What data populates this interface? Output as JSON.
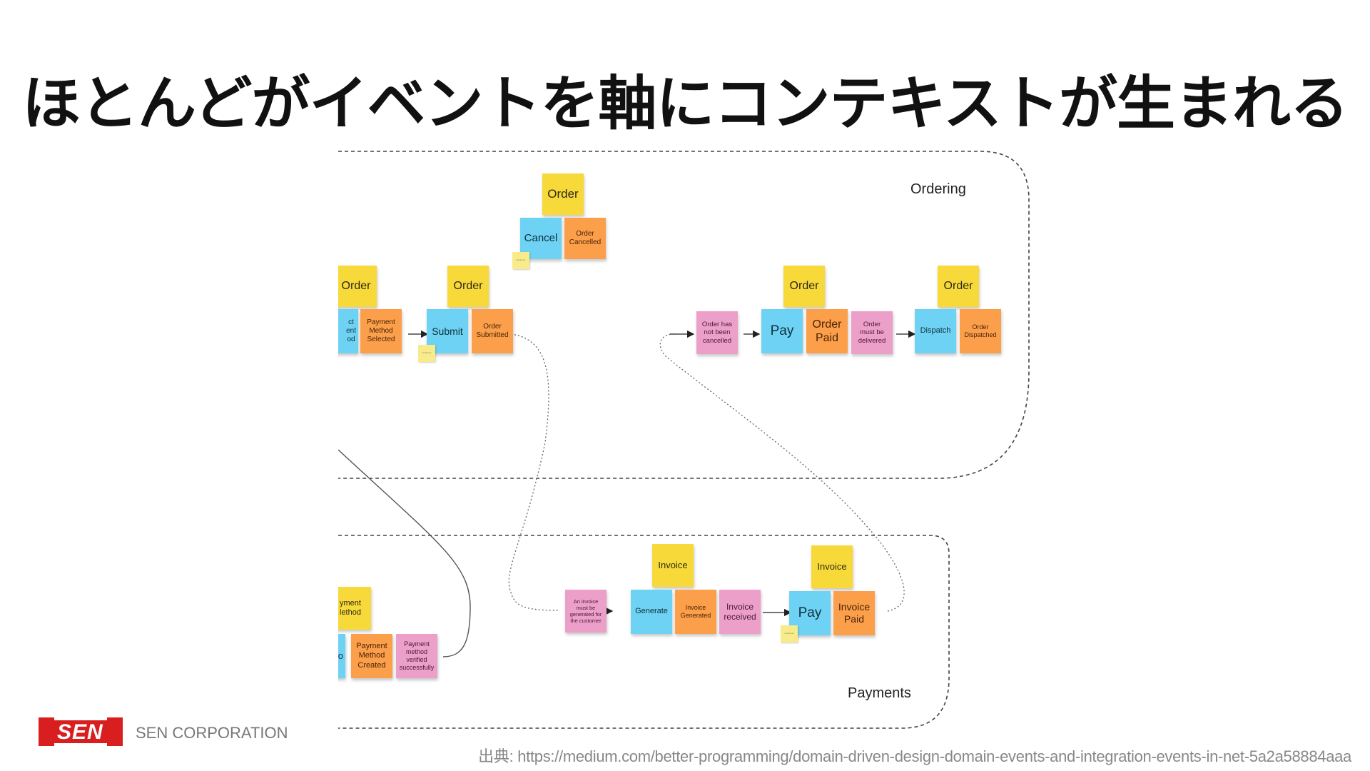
{
  "slide": {
    "title": "ほとんどがイベントを軸にコンテキストが生まれる",
    "company": "SEN CORPORATION",
    "logo_text": "SEN",
    "source": "出典: https://medium.com/better-programming/domain-driven-design-domain-events-and-integration-events-in-net-5a2a58884aaa"
  },
  "diagram": {
    "contexts": [
      {
        "id": "ordering",
        "label": "Ordering"
      },
      {
        "id": "payments",
        "label": "Payments"
      }
    ],
    "notes": [
      {
        "id": "order-agg-cancel",
        "color": "yellow",
        "text": "Order"
      },
      {
        "id": "cmd-cancel",
        "color": "blue",
        "text": "Cancel"
      },
      {
        "id": "evt-order-cancelled",
        "color": "orange",
        "text": "Order\nCancelled"
      },
      {
        "id": "actor-cancel",
        "color": "tiny",
        "text": "Customer"
      },
      {
        "id": "order-agg-left",
        "color": "yellow",
        "text": "Order"
      },
      {
        "id": "cmd-select-payment",
        "color": "blue",
        "text": "ct\nent\nod"
      },
      {
        "id": "evt-payment-method-selected",
        "color": "orange",
        "text": "Payment\nMethod\nSelected"
      },
      {
        "id": "order-agg-submit",
        "color": "yellow",
        "text": "Order"
      },
      {
        "id": "cmd-submit",
        "color": "blue",
        "text": "Submit"
      },
      {
        "id": "evt-order-submitted",
        "color": "orange",
        "text": "Order\nSubmitted"
      },
      {
        "id": "actor-submit",
        "color": "tiny",
        "text": "Customer"
      },
      {
        "id": "policy-not-cancelled",
        "color": "pink",
        "text": "Order has\nnot been\ncancelled"
      },
      {
        "id": "order-agg-pay",
        "color": "yellow",
        "text": "Order"
      },
      {
        "id": "cmd-pay-order",
        "color": "blue",
        "text": "Pay"
      },
      {
        "id": "evt-order-paid",
        "color": "orange",
        "text": "Order\nPaid"
      },
      {
        "id": "policy-must-deliver",
        "color": "pink",
        "text": "Order\nmust be\ndelivered"
      },
      {
        "id": "order-agg-dispatch",
        "color": "yellow",
        "text": "Order"
      },
      {
        "id": "cmd-dispatch",
        "color": "blue",
        "text": "Dispatch"
      },
      {
        "id": "evt-order-dispatched",
        "color": "orange",
        "text": "Order\nDispatched"
      },
      {
        "id": "payment-method-agg",
        "color": "yellow",
        "text": "yment\nlethod"
      },
      {
        "id": "cmd-create-pm",
        "color": "blue",
        "text": "o"
      },
      {
        "id": "evt-payment-method-created",
        "color": "orange",
        "text": "Payment\nMethod\nCreated"
      },
      {
        "id": "policy-pm-verified",
        "color": "pink",
        "text": "Payment\nmethod\nverified\nsuccessfully"
      },
      {
        "id": "policy-invoice-generated",
        "color": "pink",
        "text": "An invoice\nmust be\ngenerated for\nthe customer"
      },
      {
        "id": "invoice-agg-generate",
        "color": "yellow",
        "text": "Invoice"
      },
      {
        "id": "cmd-generate",
        "color": "blue",
        "text": "Generate"
      },
      {
        "id": "evt-invoice-generated",
        "color": "orange",
        "text": "Invoice\nGenerated"
      },
      {
        "id": "policy-invoice-received",
        "color": "pink",
        "text": "Invoice\nreceived"
      },
      {
        "id": "invoice-agg-pay",
        "color": "yellow",
        "text": "Invoice"
      },
      {
        "id": "cmd-pay-invoice",
        "color": "blue",
        "text": "Pay"
      },
      {
        "id": "evt-invoice-paid",
        "color": "orange",
        "text": "Invoice\nPaid"
      },
      {
        "id": "actor-pay-invoice",
        "color": "tiny",
        "text": "Customer"
      }
    ]
  },
  "colors": {
    "aggregate": "#f8d93a",
    "command": "#6dd2f3",
    "event": "#fb9f4a",
    "policy": "#ec9fc8",
    "actor": "#f8ec8a",
    "brand": "#d81e1e"
  }
}
